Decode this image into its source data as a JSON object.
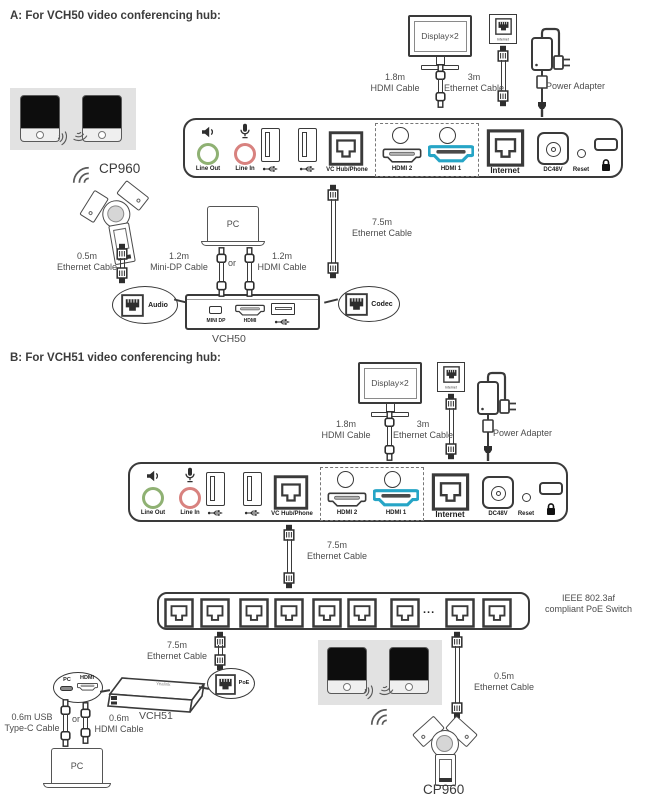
{
  "colors": {
    "hdmi_highlight": "#26a5c6",
    "line_out": "#8fb173",
    "line_in": "#d8827f",
    "gray_box": "#e2e2e2",
    "line": "#3a3a3a"
  },
  "headings": {
    "a": "A: For VCH50 video conferencing hub:",
    "b": "B: For VCH51 video conferencing hub:"
  },
  "labels": {
    "display": "Display×2",
    "power_adapter": "Power Adapter",
    "internet_jack": "Internet",
    "pc": "PC",
    "or": "or",
    "cp960": "CP960",
    "vch50": "VCH50",
    "vch51": "VCH51",
    "audio": "Audio",
    "codec": "Codec",
    "dots": "...",
    "poe_switch_1": "IEEE 802.3af",
    "poe_switch_2": "compliant PoE Switch",
    "brand": "Yealink"
  },
  "cables": {
    "hdmi_18": [
      "1.8m",
      "HDMI Cable"
    ],
    "eth_3": [
      "3m",
      "Ethernet Cable"
    ],
    "eth_75": [
      "7.5m",
      "Ethernet Cable"
    ],
    "eth_05": [
      "0.5m",
      "Ethernet Cable"
    ],
    "minidp_12": [
      "1.2m",
      "Mini-DP Cable"
    ],
    "hdmi_12": [
      "1.2m",
      "HDMI Cable"
    ],
    "usbc_06": [
      "0.6m USB",
      "Type-C Cable"
    ],
    "hdmi_06": [
      "0.6m",
      "HDMI Cable"
    ]
  },
  "panel": {
    "line_out": "Line Out",
    "line_in": "Line In",
    "vc_hub_phone": "VC Hub/Phone",
    "hdmi2": "HDMI 2",
    "hdmi1": "HDMI 1",
    "internet": "Internet",
    "dc48v": "DC48V",
    "reset": "Reset"
  },
  "vch50_ports": {
    "minidp": "MINI DP",
    "hdmi": "HDMI"
  },
  "vch51_ports": {
    "pc": "PC",
    "hdmi": "HDMI",
    "poe": "PoE"
  }
}
